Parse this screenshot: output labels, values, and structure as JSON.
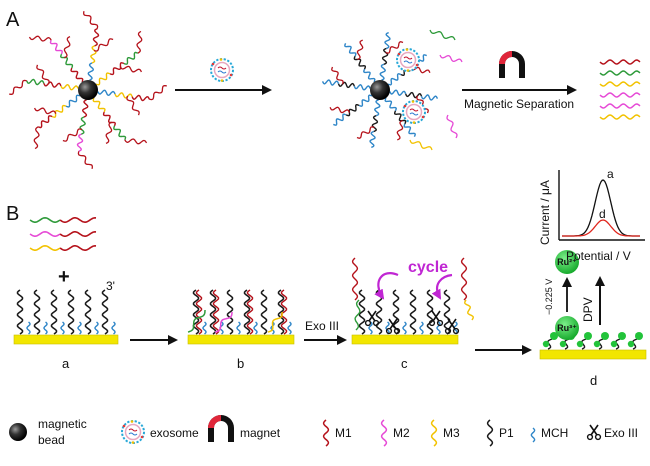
{
  "panels": {
    "a": "A",
    "b": "B"
  },
  "part_a": {
    "separation_label": "Magnetic Separation"
  },
  "part_b": {
    "plus": "+",
    "three_prime": "3'",
    "exo_label": "Exo III",
    "cycle_label": "cycle",
    "step_labels": [
      "a",
      "b",
      "c",
      "d"
    ],
    "ru2": "Ru²⁺",
    "ru3": "Ru³⁺",
    "potential_step": "−0.225 V",
    "dpv": "DPV"
  },
  "dpv_plot": {
    "ylabel": "Current / μA",
    "xlabel": "Potential / V",
    "curve_a_label": "a",
    "curve_d_label": "d",
    "colors": {
      "a": "#111111",
      "d": "#e0261d"
    }
  },
  "legend": {
    "magnetic_bead_line1": "magnetic",
    "magnetic_bead_line2": "bead",
    "exosome": "exosome",
    "magnet": "magnet",
    "m1": "M1",
    "m2": "M2",
    "m3": "M3",
    "p1": "P1",
    "mch": "MCH",
    "exo3": "Exo III"
  },
  "colors": {
    "m1": "#b5121b",
    "m2": "#e64ad6",
    "m3": "#f2c200",
    "strand_green": "#2e9a3a",
    "p1": "#1a1a1a",
    "mch": "#2f86c8",
    "electrode": "#f2e600",
    "ru_ball": "#22c33a",
    "cycle": "#c026d3"
  }
}
